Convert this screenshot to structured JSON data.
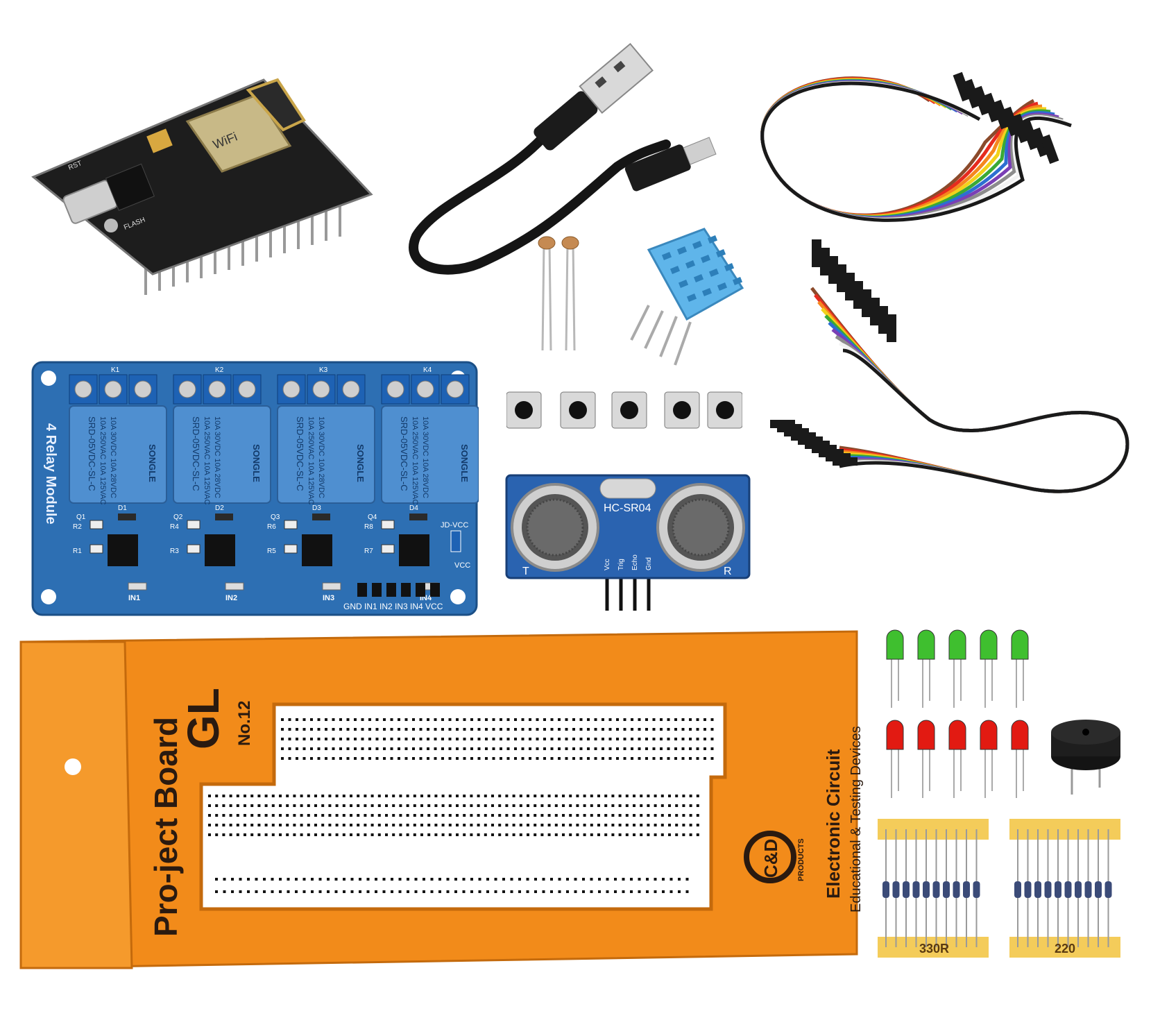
{
  "colors": {
    "pcb_black": "#1d1d1d",
    "pcb_blue": "#2d6fb3",
    "relay_blue": "#4f8fd0",
    "box_orange": "#f28b1a",
    "dht_blue": "#5fb5ea",
    "led_green": "#3fbf2f",
    "led_red": "#e21a12",
    "resistor_tape": "#f4cc5a"
  },
  "nodemcu": {
    "module_marking": "WiFi",
    "flash_label": "FLASH",
    "rst_label": "RST"
  },
  "relay_module": {
    "board_label": "4 Relay Module",
    "relay_text_1": "SRD-05VDC-SL-C",
    "relay_text_2": "SONGLE",
    "relay_rating_1": "10A 250VAC 10A 125VAC",
    "relay_rating_2": "10A 30VDC 10A 28VDC",
    "relay_ids": [
      "K1",
      "K2",
      "K3",
      "K4"
    ],
    "input_labels": [
      "IN1",
      "IN2",
      "IN3",
      "IN4"
    ],
    "header_label": "GND IN1 IN2 IN3 IN4 VCC",
    "jumper_label": "JD-VCC",
    "vcc_label": "VCC",
    "resistor_labels": [
      "R1",
      "R2",
      "R3",
      "R4",
      "R5",
      "R6",
      "R7",
      "R8"
    ],
    "diode_labels": [
      "D1",
      "D2",
      "D3",
      "D4"
    ],
    "transistor_labels": [
      "Q1",
      "Q2",
      "Q3",
      "Q4"
    ]
  },
  "ultrasonic": {
    "model": "HC-SR04",
    "pins": [
      "Vcc",
      "Trig",
      "Echo",
      "Gnd"
    ],
    "left_mark": "T",
    "right_mark": "R"
  },
  "breadboard": {
    "brand_line": "Pro-ject Board",
    "model": "GL",
    "number": "No.12",
    "side_title": "Electronic Circuit",
    "side_sub": "Educational & Testing Devices",
    "logo": "C&D",
    "logo_sub": "PRODUCTS"
  },
  "resistors": {
    "pack1_label": "330R",
    "pack2_label": "220"
  },
  "counts": {
    "push_buttons": 5,
    "green_leds": 5,
    "red_leds": 5,
    "ldrs": 2,
    "resistors_per_pack": 10
  }
}
